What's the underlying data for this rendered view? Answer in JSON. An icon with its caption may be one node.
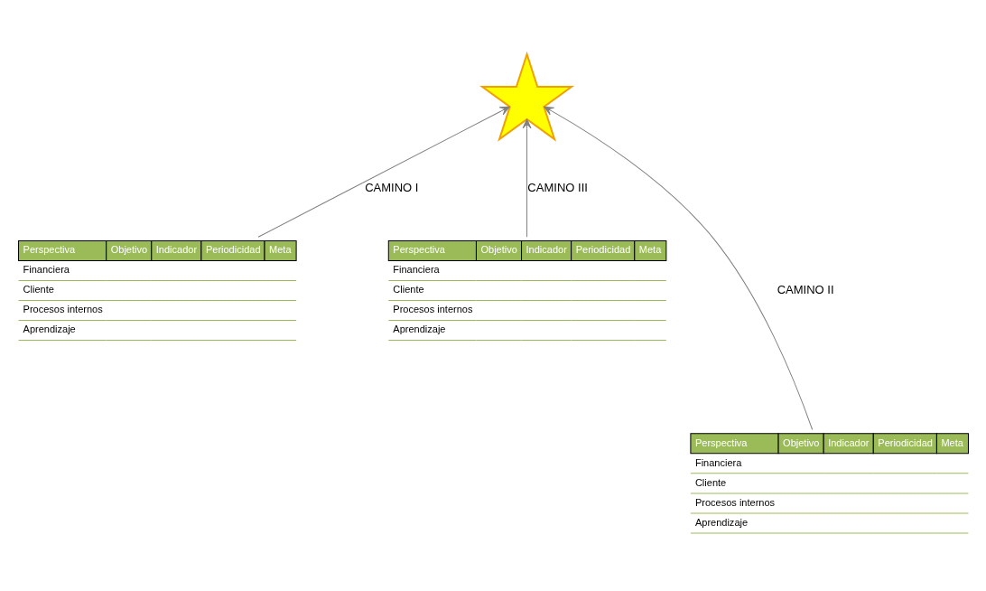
{
  "diagram": {
    "nodes": [
      {
        "text": [],
        "shape": "star"
      },
      {
        "text": [
          "Perspectiva",
          "Objetivo",
          "Indicador",
          "Periodicidad",
          "Meta",
          "Financiera",
          "Cliente",
          "Procesos internos",
          "Aprendizaje"
        ]
      },
      {
        "text": [
          "Perspectiva",
          "Objetivo",
          "Indicador",
          "Periodicidad",
          "Meta",
          "Financiera",
          "Cliente",
          "Procesos internos",
          "Aprendizaje"
        ]
      },
      {
        "text": [
          "Perspectiva",
          "Objetivo",
          "Indicador",
          "Periodicidad",
          "Meta",
          "Financiera",
          "Cliente",
          "Procesos internos",
          "Aprendizaje"
        ]
      }
    ],
    "edges": [
      {
        "from": 1,
        "to": 0,
        "arrow": "to",
        "label": "CAMINO I"
      },
      {
        "from": 3,
        "to": 0,
        "arrow": "to",
        "label": "CAMINO II"
      },
      {
        "from": 2,
        "to": 0,
        "arrow": "to",
        "label": "CAMINO III"
      }
    ]
  }
}
